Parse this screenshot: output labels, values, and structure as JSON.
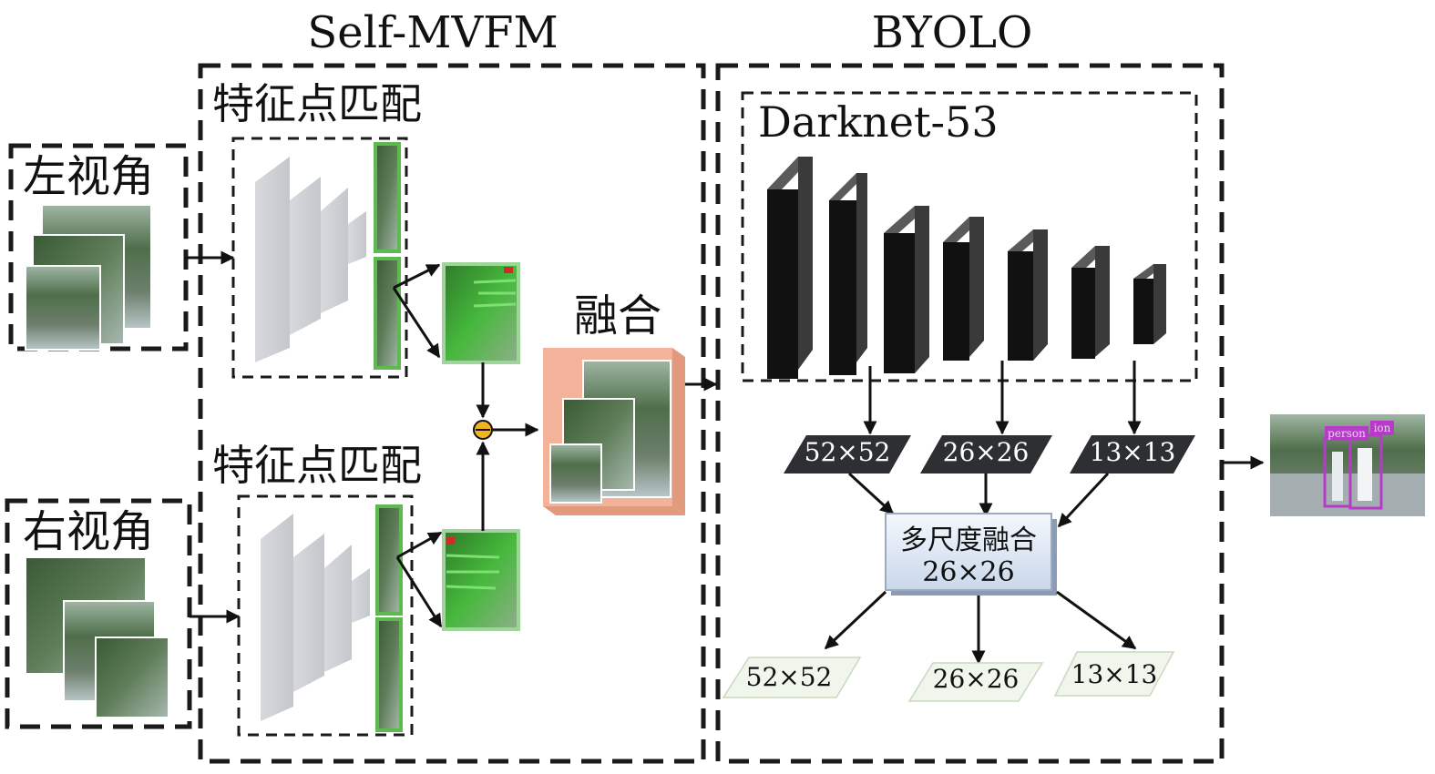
{
  "sections": {
    "self_mvfm": "Self-MVFM",
    "byolo": "BYOLO"
  },
  "inputs": {
    "left_view": "左视角",
    "right_view": "右视角"
  },
  "matching": {
    "top": "特征点匹配",
    "bottom": "特征点匹配"
  },
  "fusion": {
    "label": "融合"
  },
  "backbone": {
    "label": "Darknet-53"
  },
  "scales": {
    "top": [
      "52×52",
      "26×26",
      "13×13"
    ],
    "bottom": [
      "52×52",
      "26×26",
      "13×13"
    ]
  },
  "multiscale": {
    "line1": "多尺度融合",
    "line2": "26×26"
  },
  "output": {
    "labels": [
      "person",
      "ion"
    ],
    "box_color": "#b63cc8"
  }
}
